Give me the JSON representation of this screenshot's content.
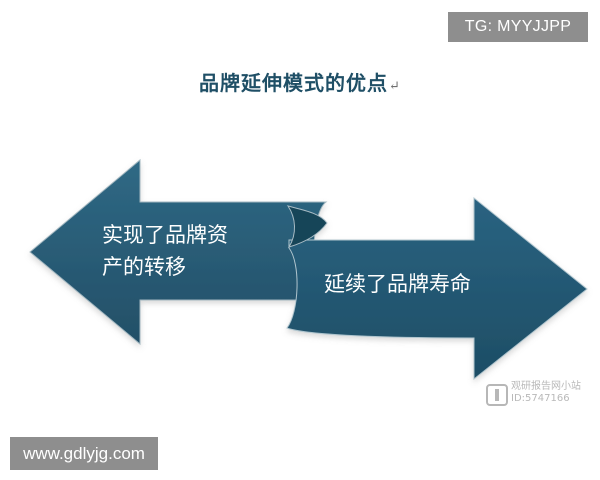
{
  "tg_tag": "TG: MYYJJPP",
  "title": {
    "text": "品牌延伸模式的优点",
    "return_mark": "↵"
  },
  "arrows": {
    "left": {
      "line1": "实现了品牌资",
      "line2": "产的转移"
    },
    "right": {
      "text": "延续了品牌寿命"
    }
  },
  "watermark": {
    "line1": "观研报告网小站",
    "line2": "ID:5747166"
  },
  "website": "www.gdlyjg.com",
  "colors": {
    "arrow_fill": "#275d78",
    "arrow_dark": "#174559",
    "title": "#1f4f66",
    "badge": "#8e8e8e"
  }
}
